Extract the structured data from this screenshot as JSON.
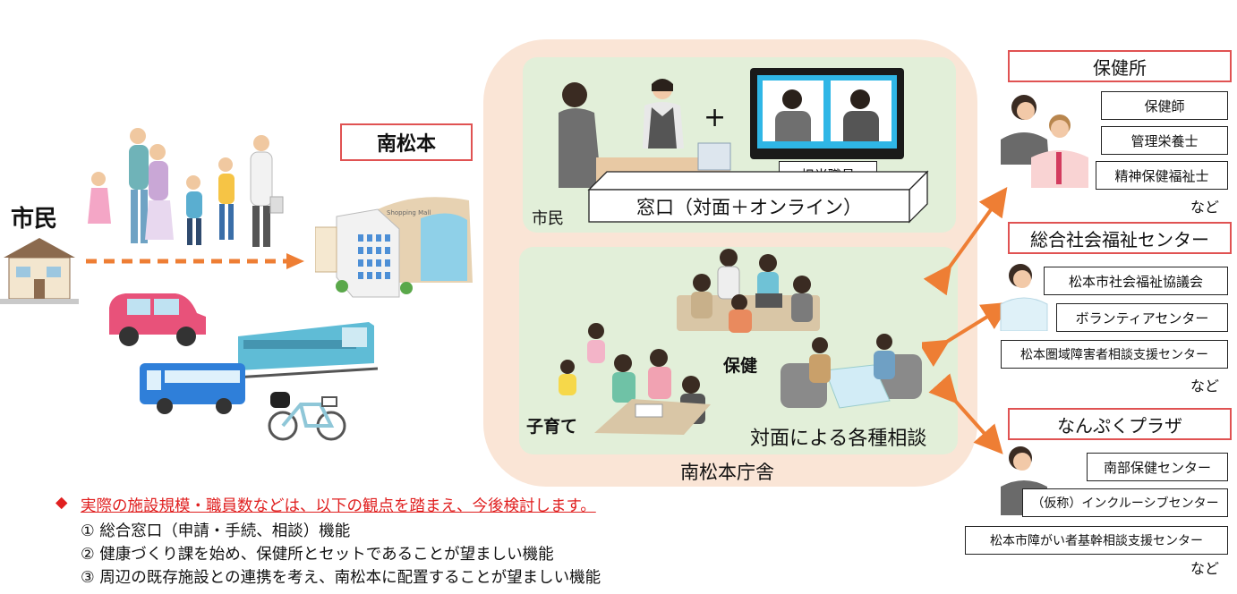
{
  "left": {
    "citizen_label": "市民",
    "destination_label": "南松本"
  },
  "center": {
    "building_label": "南松本庁舎",
    "counter": {
      "citizen_label": "市民",
      "staff_label": "担当職員",
      "counter_label": "窓口（対面＋オンライン）",
      "plus_sign": "+"
    },
    "consultation": {
      "health_label": "保健",
      "childcare_label": "子育て",
      "consult_label": "対面による各種相談"
    }
  },
  "right": {
    "groups": [
      {
        "title": "保健所",
        "items": [
          "保健師",
          "管理栄養士",
          "精神保健福祉士"
        ],
        "more": "など"
      },
      {
        "title": "総合社会福祉センター",
        "items": [
          "松本市社会福祉協議会",
          "ボランティアセンター",
          "松本圏域障害者相談支援センター"
        ],
        "more": "など"
      },
      {
        "title": "なんぷくプラザ",
        "items": [
          "南部保健センター",
          "（仮称）インクルーシブセンター",
          "松本市障がい者基幹相談支援センター"
        ],
        "more": "など"
      }
    ]
  },
  "notes": {
    "bullet": "◆",
    "heading": "実際の施設規模・職員数などは、以下の観点を踏まえ、今後検討します。",
    "items": [
      "① 総合窓口（申請・手続、相談）機能",
      "② 健康づくり課を始め、保健所とセットであることが望ましい機能",
      "③ 周辺の既存施設との連携を考え、南松本に配置することが望ましい機能"
    ]
  },
  "colors": {
    "accent_red": "#e05252",
    "arrow_orange": "#ee7e34",
    "outer_panel": "#fae5d6",
    "inner_panel": "#e2efd9"
  }
}
